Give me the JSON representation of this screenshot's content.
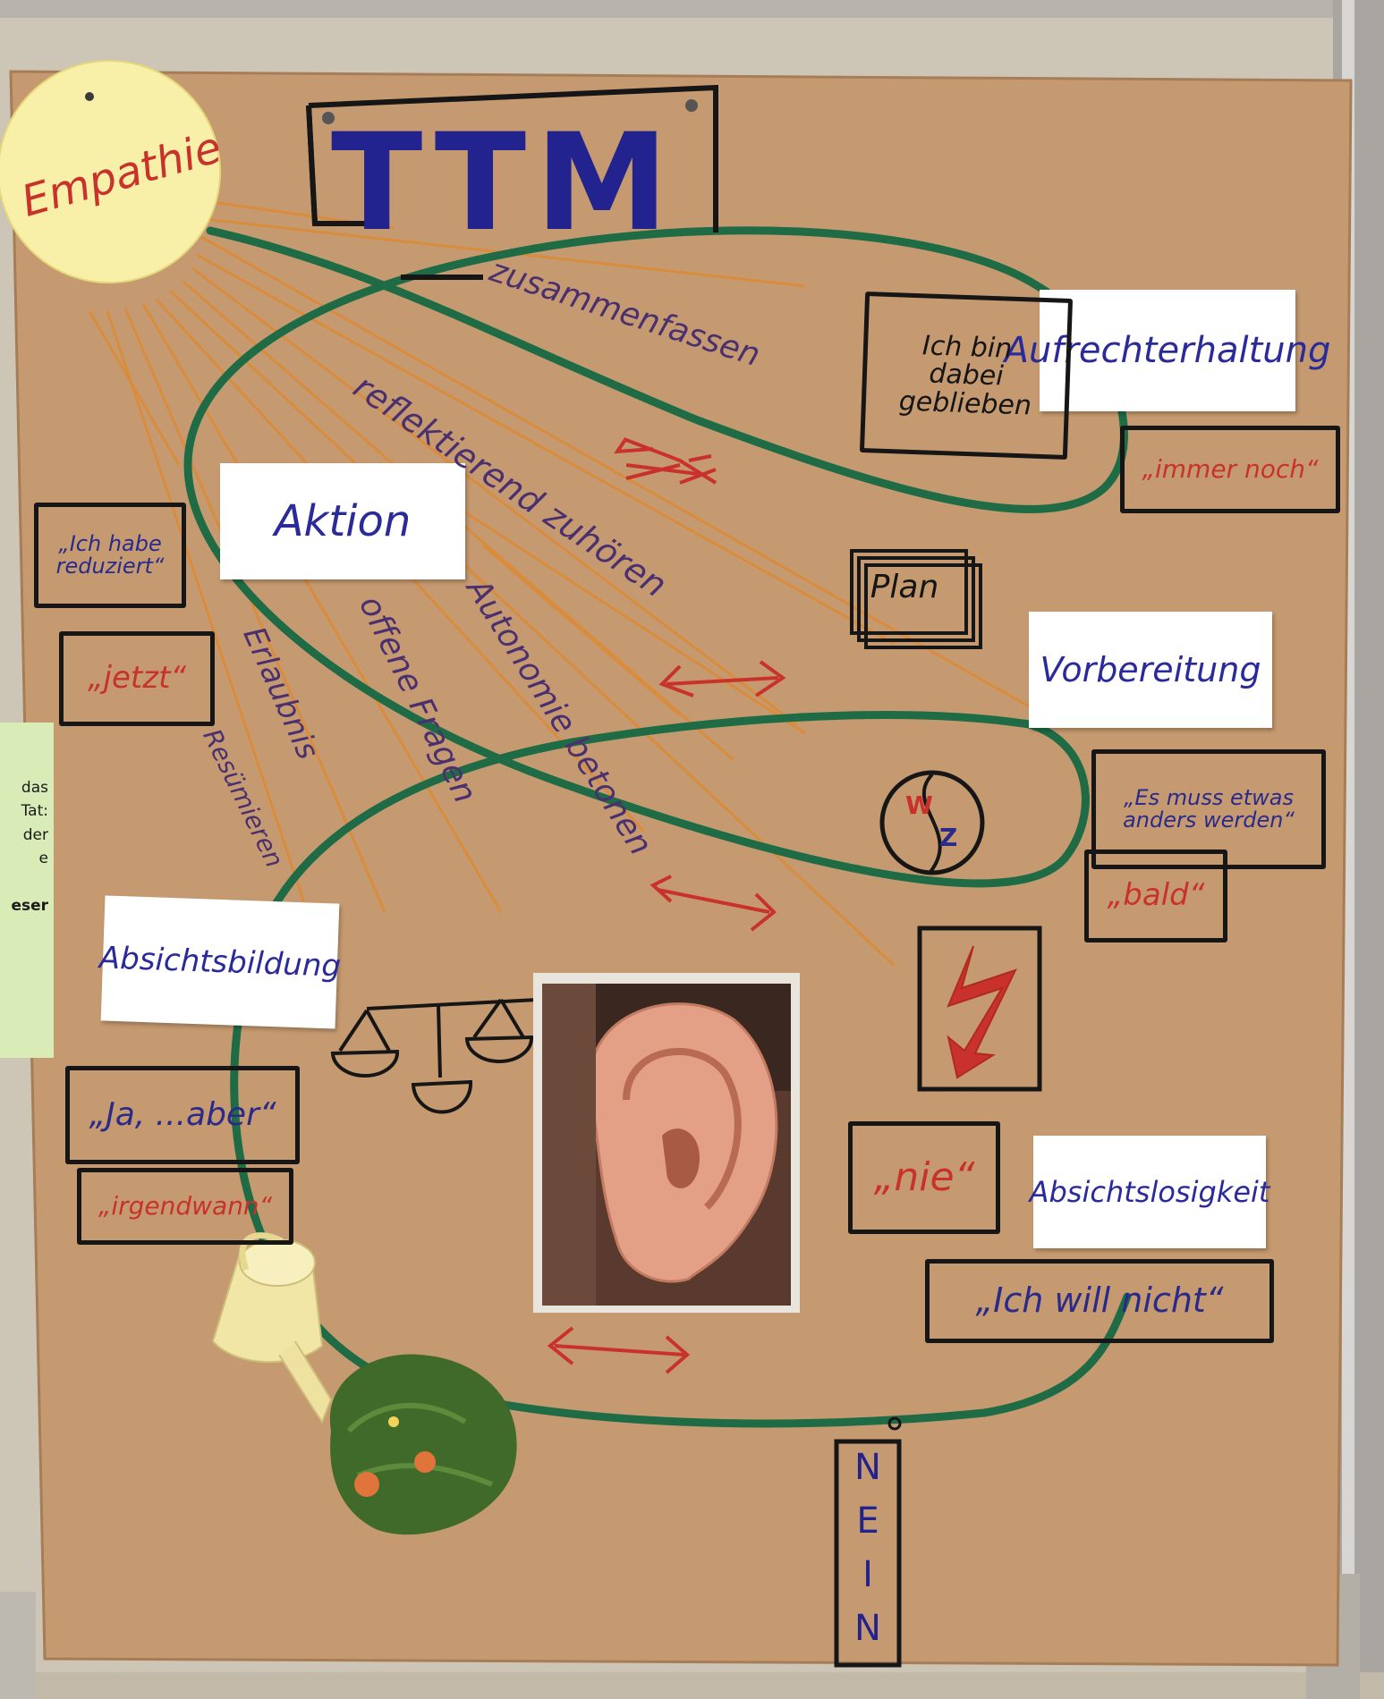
{
  "poster": {
    "title": "TTM",
    "sun_label": "Empathie",
    "colors": {
      "paper": "#c69a70",
      "sun": "#f8f0a8",
      "loop": "#1e6b45",
      "rays": "#d98c3c",
      "red_ink": "#c8322a",
      "blue_ink": "#23238f",
      "purple_ink": "#4b3070",
      "note_green": "#d9ebb6"
    }
  },
  "stages": {
    "aufrechterhaltung": "Aufrechterhaltung",
    "aktion": "Aktion",
    "vorbereitung": "Vorbereitung",
    "absichtsbildung": "Absichtsbildung",
    "absichtslosigkeit": "Absichtslosigkeit"
  },
  "techniques": {
    "zusammenfassen": "zusammenfassen",
    "reflektierend": "reflektierend zuhören",
    "autonomie": "Autonomie betonen",
    "offene_fragen": "offene Fragen",
    "erlaubnis": "Erlaubnis",
    "resumieren": "Resümieren"
  },
  "quotes": {
    "ich_bin_dabei": "Ich bin dabei geblieben",
    "immer_noch": "„immer noch“",
    "ich_habe_reduziert": "„Ich habe reduziert“",
    "jetzt": "„jetzt“",
    "plan": "Plan",
    "es_muss_etwas": "„Es muss etwas anders werden“",
    "bald": "„bald“",
    "ja_aber": "„Ja, ...aber“",
    "irgendwann": "„irgendwann“",
    "nie": "„nie“",
    "ich_will_nicht": "„Ich will nicht“",
    "nein": "NEIN",
    "wz_w": "W",
    "wz_z": "Z"
  },
  "side_note": {
    "lines": [
      "das",
      "Tat:",
      "der",
      "e",
      "",
      "eser"
    ]
  },
  "icons": {
    "balance": "balance-scale-icon",
    "lightning": "lightning-bolt-icon",
    "arrows": "double-arrow-icon",
    "watering_can": "watering-can-icon",
    "plant": "plant-icon",
    "ear": "ear-photo-icon"
  }
}
